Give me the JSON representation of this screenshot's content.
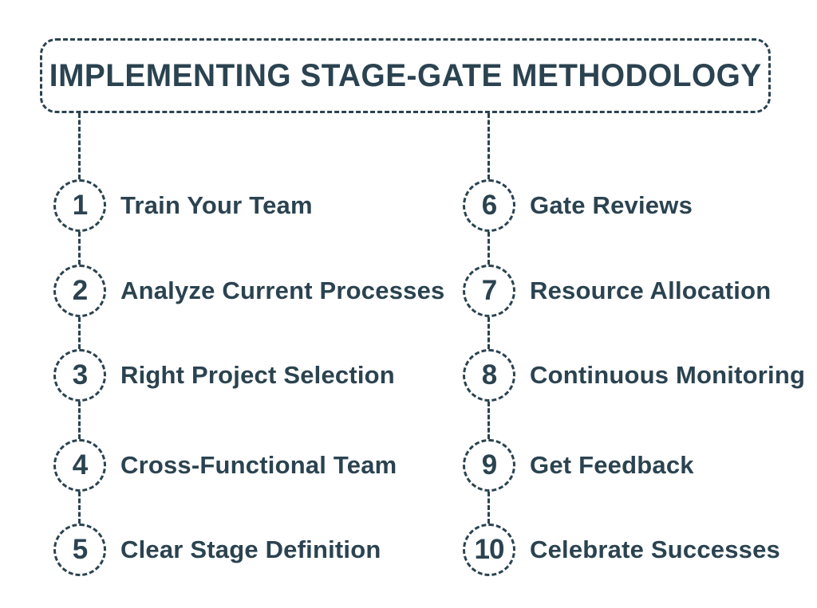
{
  "title": "IMPLEMENTING STAGE-GATE METHODOLOGY",
  "colors": {
    "ink": "#2b4350",
    "background": "#ffffff"
  },
  "columns": {
    "left": [
      {
        "number": "1",
        "label": "Train Your Team"
      },
      {
        "number": "2",
        "label": "Analyze Current Processes"
      },
      {
        "number": "3",
        "label": "Right Project Selection"
      },
      {
        "number": "4",
        "label": "Cross-Functional Team"
      },
      {
        "number": "5",
        "label": "Clear Stage Definition"
      }
    ],
    "right": [
      {
        "number": "6",
        "label": "Gate Reviews"
      },
      {
        "number": "7",
        "label": "Resource Allocation"
      },
      {
        "number": "8",
        "label": "Continuous Monitoring"
      },
      {
        "number": "9",
        "label": "Get Feedback"
      },
      {
        "number": "10",
        "label": "Celebrate Successes"
      }
    ]
  }
}
